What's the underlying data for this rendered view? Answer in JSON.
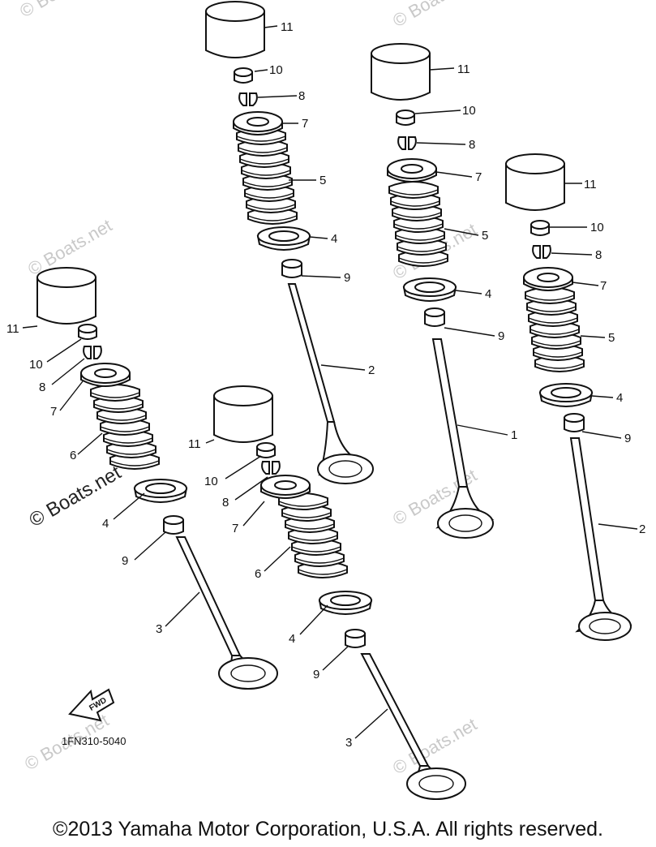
{
  "watermark": "© Boats.net",
  "part_code": "1FN310-5040",
  "fwd_label": "FWD",
  "copyright": "©2013 Yamaha Motor Corporation, U.S.A. All rights reserved.",
  "callouts": {
    "a_11": "11",
    "a_10": "10",
    "a_8": "8",
    "a_7": "7",
    "a_5": "5",
    "a_4": "4",
    "a_9": "9",
    "a_2": "2",
    "b_11": "11",
    "b_10": "10",
    "b_8": "8",
    "b_7": "7",
    "b_5": "5",
    "b_4": "4",
    "b_9": "9",
    "b_1": "1",
    "c_11": "11",
    "c_10": "10",
    "c_8": "8",
    "c_7": "7",
    "c_5": "5",
    "c_4": "4",
    "c_9": "9",
    "c_2": "2",
    "d_11": "11",
    "d_10": "10",
    "d_8": "8",
    "d_7": "7",
    "d_6": "6",
    "d_4": "4",
    "d_9": "9",
    "d_3": "3",
    "e_11": "11",
    "e_10": "10",
    "e_8": "8",
    "e_7": "7",
    "e_6": "6",
    "e_4": "4",
    "e_9": "9",
    "e_3": "3"
  }
}
